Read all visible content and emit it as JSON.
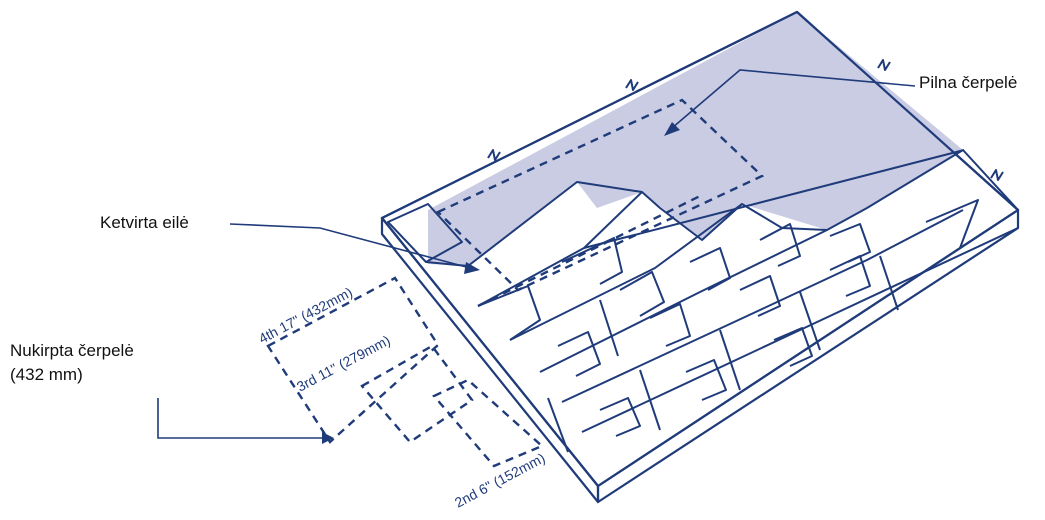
{
  "labels": {
    "full_shingle": "Pilna čerpelė",
    "fourth_row": "Ketvirta eilė",
    "cut_shingle_line1": "Nukirpta čerpelė",
    "cut_shingle_line2": "(432 mm)"
  },
  "dimensions": {
    "fourth": "4th 17\" (432mm)",
    "third": "3rd 11\" (279mm)",
    "second": "2nd 6\" (152mm)"
  },
  "colors": {
    "line": "#1f3b7a",
    "shaded_area": "#c9cce3",
    "text": "#111111"
  }
}
